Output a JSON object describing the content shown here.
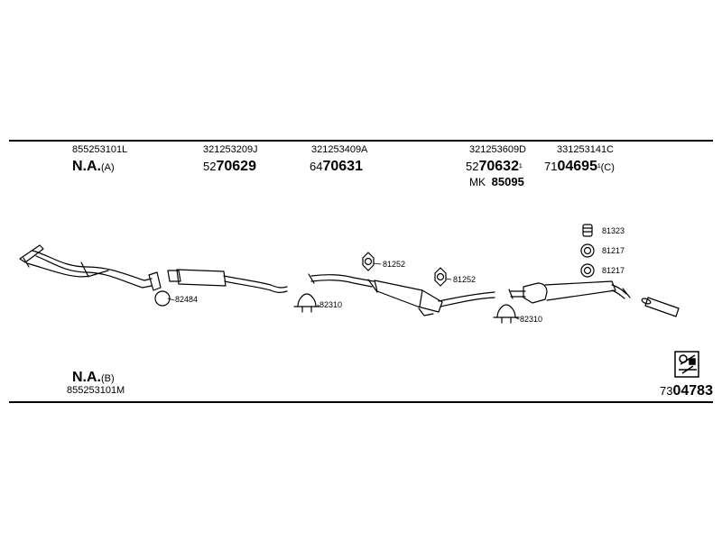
{
  "header": {
    "columns": [
      {
        "oe": "855253101L",
        "pre": "",
        "main": "N.A.",
        "suffix": "(A)"
      },
      {
        "oe": "321253209J",
        "pre": "52",
        "main": "70629",
        "suffix": ""
      },
      {
        "oe": "321253409A",
        "pre": "64",
        "main": "70631",
        "suffix": ""
      },
      {
        "oe": "321253609D",
        "pre": "52",
        "main": "70632",
        "suffix": "¹"
      },
      {
        "oe": "331253141C",
        "pre": "71",
        "main": "04695",
        "suffix": "¹(C)"
      }
    ],
    "mk": {
      "label": "MK",
      "value": "85095"
    }
  },
  "parts": [
    {
      "label": "82484"
    },
    {
      "label": "82310"
    },
    {
      "label": "81252"
    },
    {
      "label": "81252"
    },
    {
      "label": "82310"
    },
    {
      "label": "81323"
    },
    {
      "label": "81217"
    },
    {
      "label": "81217"
    }
  ],
  "footer": {
    "left_main": "N.A.",
    "left_suffix": "(B)",
    "left_oe": "855253101M",
    "right_pre": "73",
    "right_main": "04783"
  },
  "icon": "mounting-kit-icon"
}
